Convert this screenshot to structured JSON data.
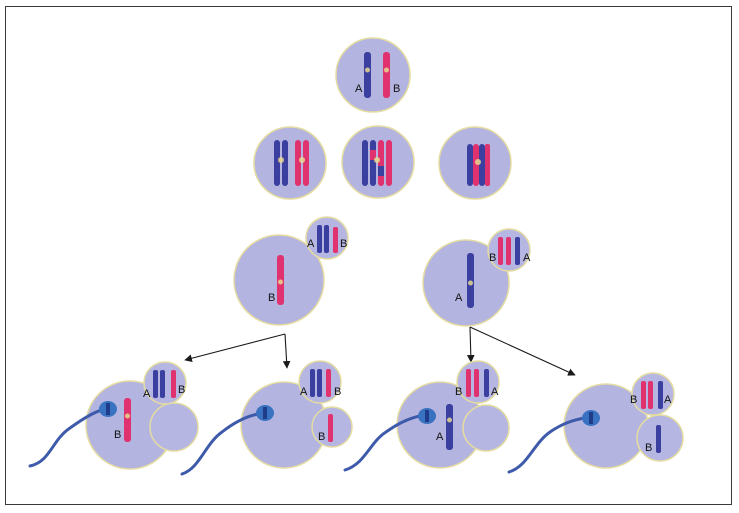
{
  "colors": {
    "chromosome_a": "#3b3fa0",
    "chromosome_b": "#e0326e",
    "cell_fill": "#b4b4e0",
    "cell_outline": "#e4dca0",
    "sperm_tail": "#3e5aaa",
    "sperm_head": "#3a72c2",
    "arrow": "#1a1a1a"
  },
  "labels": {
    "parent_a": "A",
    "parent_b": "B",
    "oocyte_left_b": "B",
    "polar_left_a": "A",
    "polar_left_b": "B",
    "oocyte_right_a": "A",
    "polar_right_b": "B",
    "polar_right_a": "A",
    "z1_polar_a": "A",
    "z1_polar_b": "B",
    "z1_cell_b": "B",
    "z2_polar_a": "A",
    "z2_polar_b": "B",
    "z2_bud_b": "B",
    "z3_polar_b": "B",
    "z3_polar_a": "A",
    "z3_cell_a": "A",
    "z4_polar_b": "B",
    "z4_polar_a": "A",
    "z4_bud_b": "B"
  },
  "icons": {
    "sperm": "sperm-icon",
    "arrow": "arrow-icon"
  }
}
